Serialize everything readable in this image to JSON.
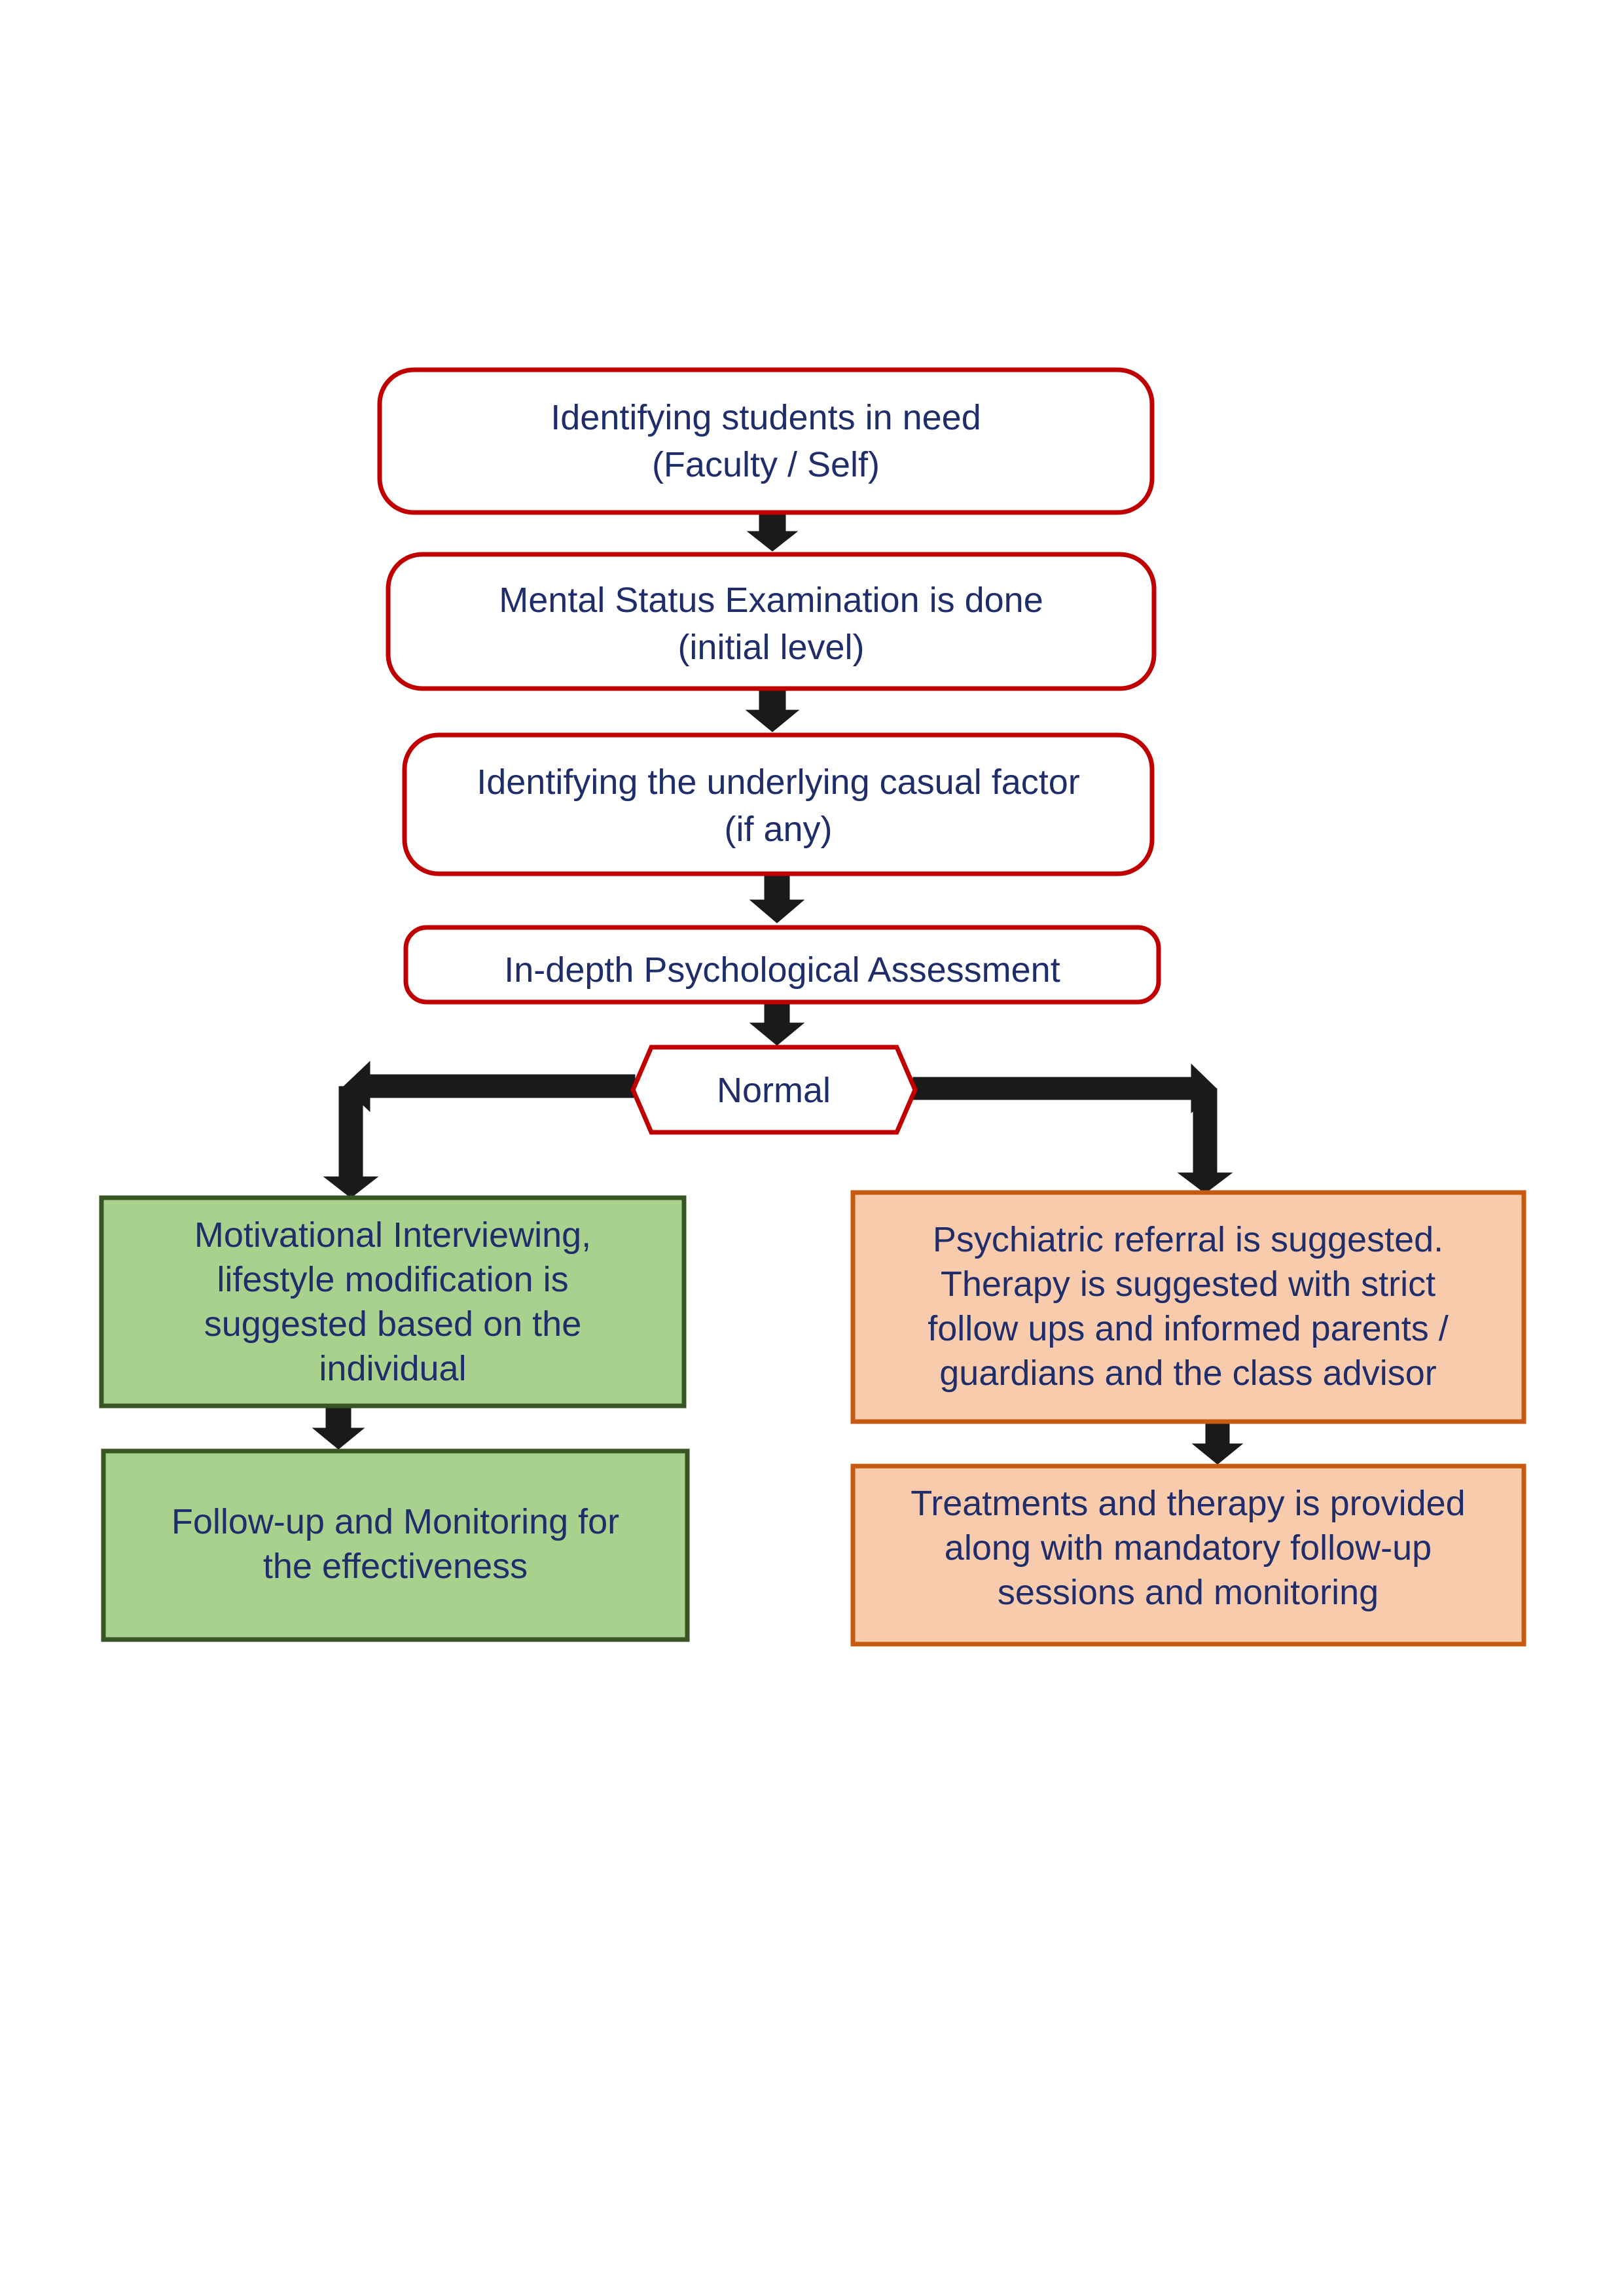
{
  "colors": {
    "red_border": "#c00000",
    "green_fill": "#a9d18e",
    "green_border": "#375623",
    "orange_fill": "#f8cbad",
    "orange_border": "#c55a11",
    "text": "#1f2d6b",
    "arrow": "#1a1a1a"
  },
  "flow": {
    "step1": {
      "line1": "Identifying students in need",
      "line2": "(Faculty / Self)"
    },
    "step2": {
      "line1": "Mental Status Examination is done",
      "line2": "(initial level)"
    },
    "step3": {
      "line1": "Identifying the underlying casual factor",
      "line2": "(if any)"
    },
    "step4": {
      "line1": "In-depth Psychological Assessment"
    },
    "decision": {
      "label": "Normal"
    },
    "left_branch": {
      "box1": {
        "line1": "Motivational Interviewing,",
        "line2": "lifestyle modification is",
        "line3": "suggested based on the",
        "line4": "individual"
      },
      "box2": {
        "line1": "Follow-up and Monitoring for",
        "line2": "the effectiveness"
      }
    },
    "right_branch": {
      "box1": {
        "line1": "Psychiatric referral is suggested.",
        "line2": "Therapy is suggested with strict",
        "line3": "follow ups and informed parents /",
        "line4": "guardians and the class advisor"
      },
      "box2": {
        "line1": "Treatments and therapy is provided",
        "line2": "along with mandatory follow-up",
        "line3": "sessions and monitoring"
      }
    }
  }
}
